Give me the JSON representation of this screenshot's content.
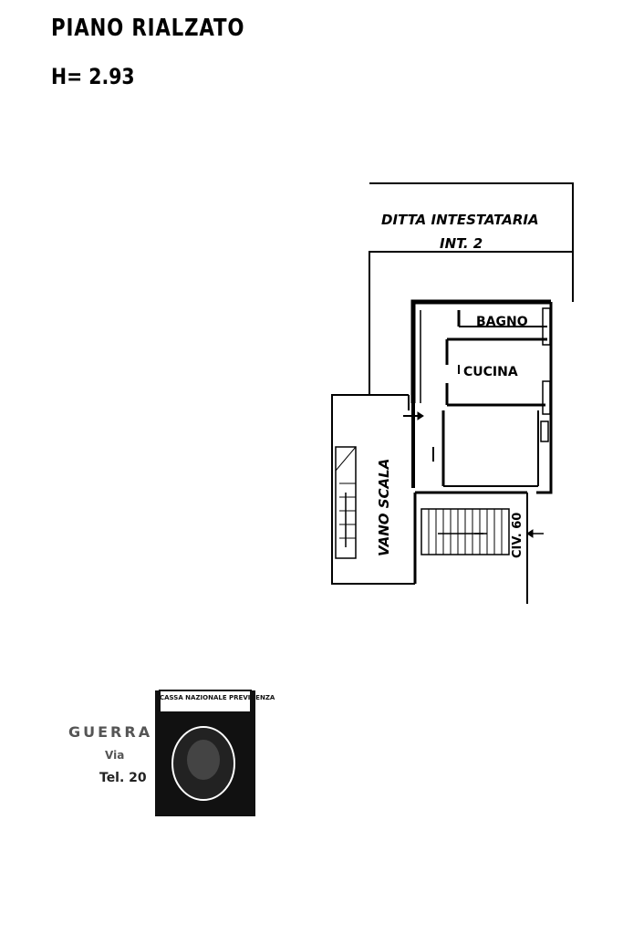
{
  "header": {
    "title": "PIANO RIALZATO",
    "height": "H= 2.93"
  },
  "plan": {
    "neighbor_line1": "DITTA INTESTATARIA",
    "neighbor_line2": "INT. 2",
    "room_bagno": "BAGNO",
    "room_cucina": "CUCINA",
    "stairwell": "VANO SCALA",
    "civic": "CIV. 60"
  },
  "stamp": {
    "top_text": "CASSA NAZIONALE PREVIDENZA",
    "line1": "GUERRA",
    "line2": "Via",
    "line3": "Tel. 20"
  },
  "colors": {
    "ink": "#000000",
    "background": "#ffffff"
  }
}
